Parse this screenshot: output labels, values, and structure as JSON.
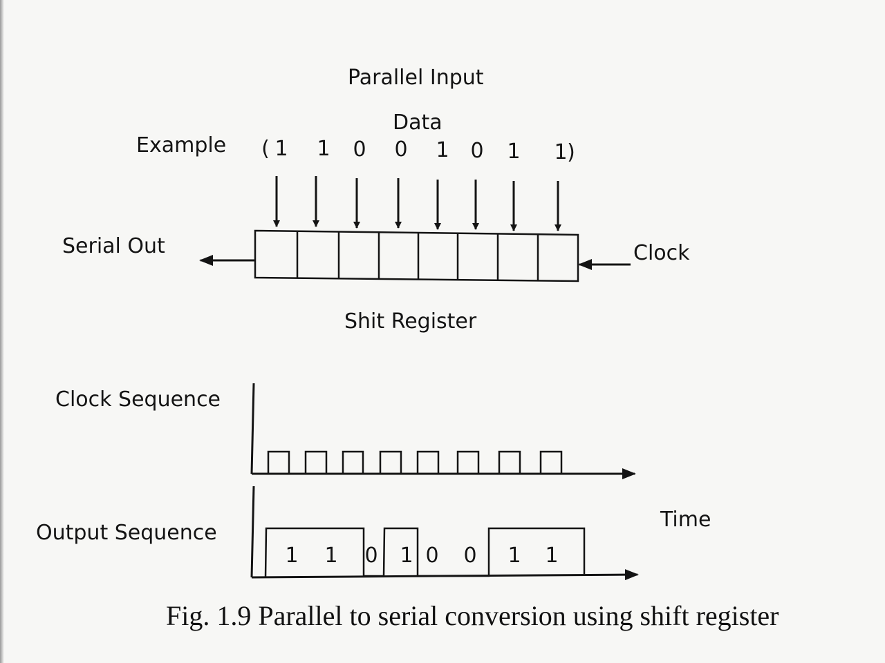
{
  "labels": {
    "parallel_input": "Parallel Input",
    "data": "Data",
    "example": "Example",
    "open_paren": "(",
    "close_paren": ")",
    "serial_out": "Serial Out",
    "clock": "Clock",
    "shift_register": "Shit Register",
    "clock_sequence": "Clock Sequence",
    "output_sequence": "Output Sequence",
    "time": "Time"
  },
  "input_bits": [
    "1",
    "1",
    "0",
    "0",
    "1",
    "0",
    "1",
    "1"
  ],
  "output_bits": [
    "1",
    "1",
    "0",
    "1",
    "0",
    "0",
    "1",
    "1"
  ],
  "caption": "Fig. 1.9 Parallel to serial conversion using shift register"
}
